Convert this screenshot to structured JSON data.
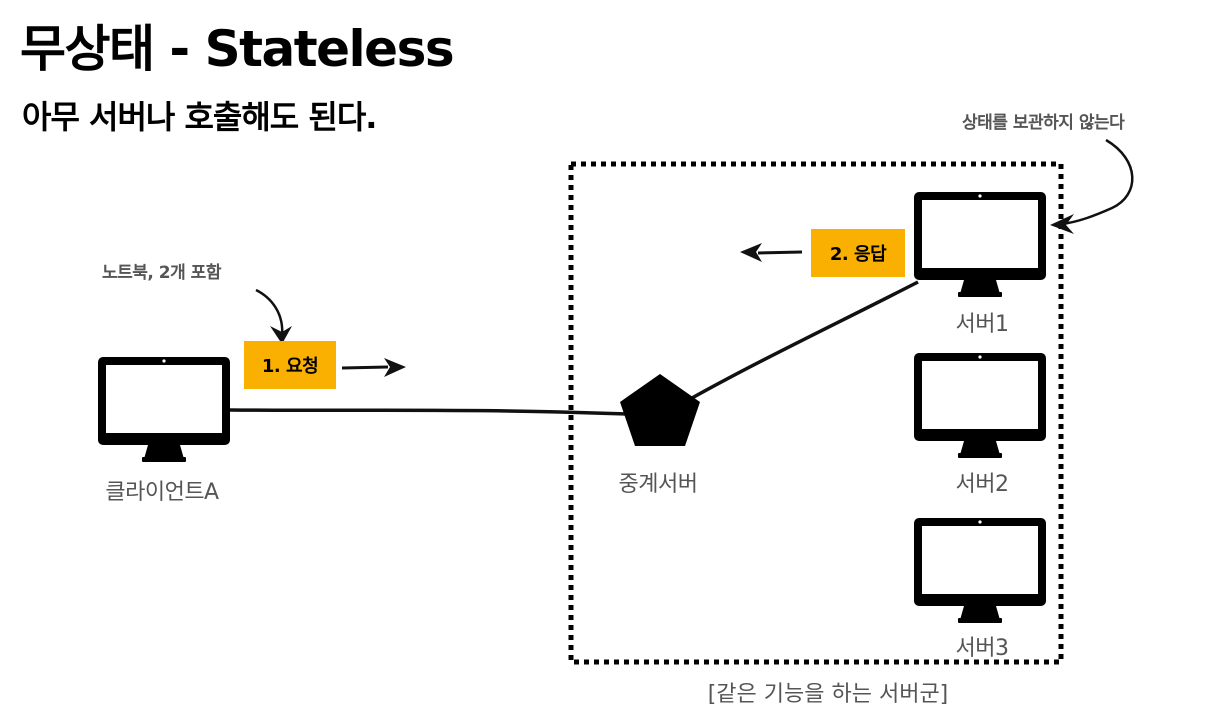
{
  "title": "무상태 - Stateless",
  "subtitle": "아무 서버나 호출해도 된다.",
  "notes": {
    "laptop": "노트북, 2개 포함",
    "stateless": "상태를 보관하지 않는다"
  },
  "badges": {
    "request": "1. 요청",
    "response": "2. 응답"
  },
  "nodes": {
    "client": "클라이언트A",
    "proxy": "중계서버",
    "server1": "서버1",
    "server2": "서버2",
    "server3": "서버3"
  },
  "group_label": "[같은 기능을 하는 서버군]",
  "colors": {
    "badge": "#f9b000",
    "note_text": "#555555",
    "label_text": "#555555",
    "ink": "#000000"
  },
  "icons": {
    "computer": "monitor-icon",
    "proxy": "pentagon-icon",
    "arrow": "arrow-icon"
  }
}
